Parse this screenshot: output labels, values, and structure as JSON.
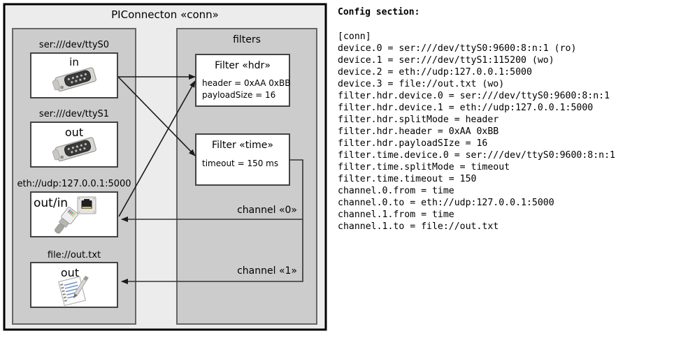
{
  "diagram": {
    "title": "PIConnecton «conn»",
    "left_panel": {
      "name": "devices-panel",
      "devices": [
        {
          "caption": "ser:///dev/ttyS0",
          "direction": "in",
          "icon": "serial-port-icon"
        },
        {
          "caption": "ser:///dev/ttyS1",
          "direction": "out",
          "icon": "serial-port-icon"
        },
        {
          "caption": "eth://udp:127.0.0.1:5000",
          "direction": "out/in",
          "icon": "ethernet-jack-icon"
        },
        {
          "caption": "file://out.txt",
          "direction": "out",
          "icon": "text-file-icon"
        }
      ]
    },
    "right_panel": {
      "title": "filters",
      "filters": [
        {
          "title": "Filter «hdr»",
          "props": [
            "header = 0xAA 0xBB",
            "payloadSize = 16"
          ]
        },
        {
          "title": "Filter «time»",
          "props": [
            "timeout = 150 ms"
          ]
        }
      ],
      "channels": [
        {
          "label": "channel «0»"
        },
        {
          "label": "channel «1»"
        }
      ]
    }
  },
  "config": {
    "heading": "Config section:",
    "lines": [
      "[conn]",
      "device.0 = ser:///dev/ttyS0:9600:8:n:1 (ro)",
      "device.1 = ser:///dev/ttyS1:115200 (wo)",
      "device.2 = eth://udp:127.0.0.1:5000",
      "device.3 = file://out.txt (wo)",
      "filter.hdr.device.0 = ser:///dev/ttyS0:9600:8:n:1",
      "filter.hdr.device.1 = eth://udp:127.0.0.1:5000",
      "filter.hdr.splitMode = header",
      "filter.hdr.header = 0xAA 0xBB",
      "filter.hdr.payloadSIze = 16",
      "filter.time.device.0 = ser:///dev/ttyS0:9600:8:n:1",
      "filter.time.splitMode = timeout",
      "filter.time.timeout = 150",
      "channel.0.from = time",
      "channel.0.to = eth://udp:127.0.0.1:5000",
      "channel.1.from = time",
      "channel.1.to = file://out.txt"
    ]
  },
  "colors": {
    "outer_bg": "#ececec",
    "panel_bg": "#cccccc",
    "box_bg": "#ffffff",
    "border_dark": "#000000",
    "border_gray": "#555555",
    "text": "#000000"
  }
}
